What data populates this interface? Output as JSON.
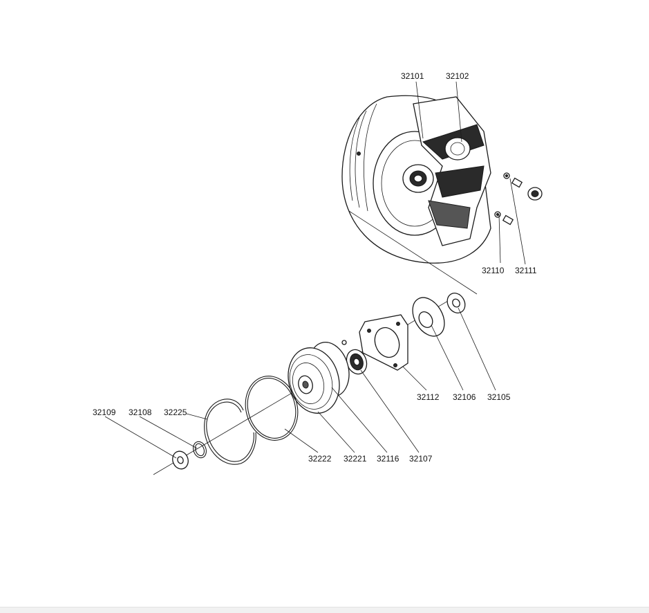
{
  "diagram": {
    "labels": {
      "p32101": "32101",
      "p32102": "32102",
      "p32110": "32110",
      "p32111": "32111",
      "p32112": "32112",
      "p32106": "32106",
      "p32105": "32105",
      "p32109": "32109",
      "p32108": "32108",
      "p32225": "32225",
      "p32222": "32222",
      "p32221": "32221",
      "p32116": "32116",
      "p32107": "32107"
    }
  }
}
